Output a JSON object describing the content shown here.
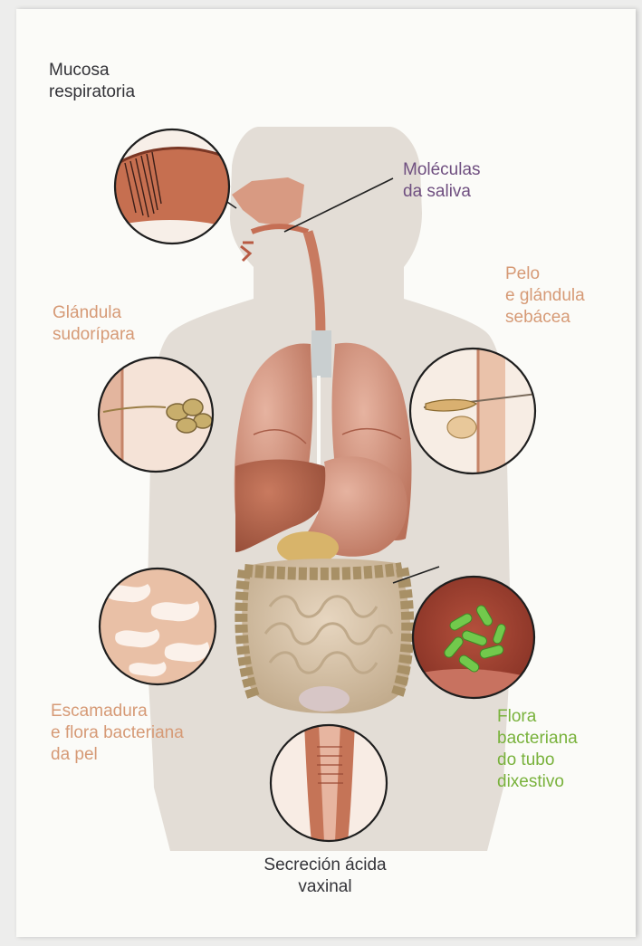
{
  "colors": {
    "page": "#fbfbf8",
    "silhouette": "#e3ddd6",
    "organ": "#c9826a",
    "intestine": "#b9a47a",
    "bacteria": "#6dc64a",
    "label_dark": "#333338",
    "label_purple": "#6f4f80",
    "label_peach": "#d69a76",
    "label_green": "#79b23c"
  },
  "labels": {
    "mucosa": [
      "Mucosa",
      "respiratoria"
    ],
    "saliva": [
      "Moléculas",
      "da saliva"
    ],
    "sweat_gland": [
      "Glándula",
      "sudorípara"
    ],
    "hair": [
      "Pelo",
      "e glándula",
      "sebácea"
    ],
    "skin": [
      "Escamadura",
      "e flora bacteriana",
      "da pel"
    ],
    "gut_flora": [
      "Flora",
      "bacteriana",
      "do tubo",
      "dixestivo"
    ],
    "vaginal": [
      "Secreción ácida",
      "vaxinal"
    ]
  }
}
